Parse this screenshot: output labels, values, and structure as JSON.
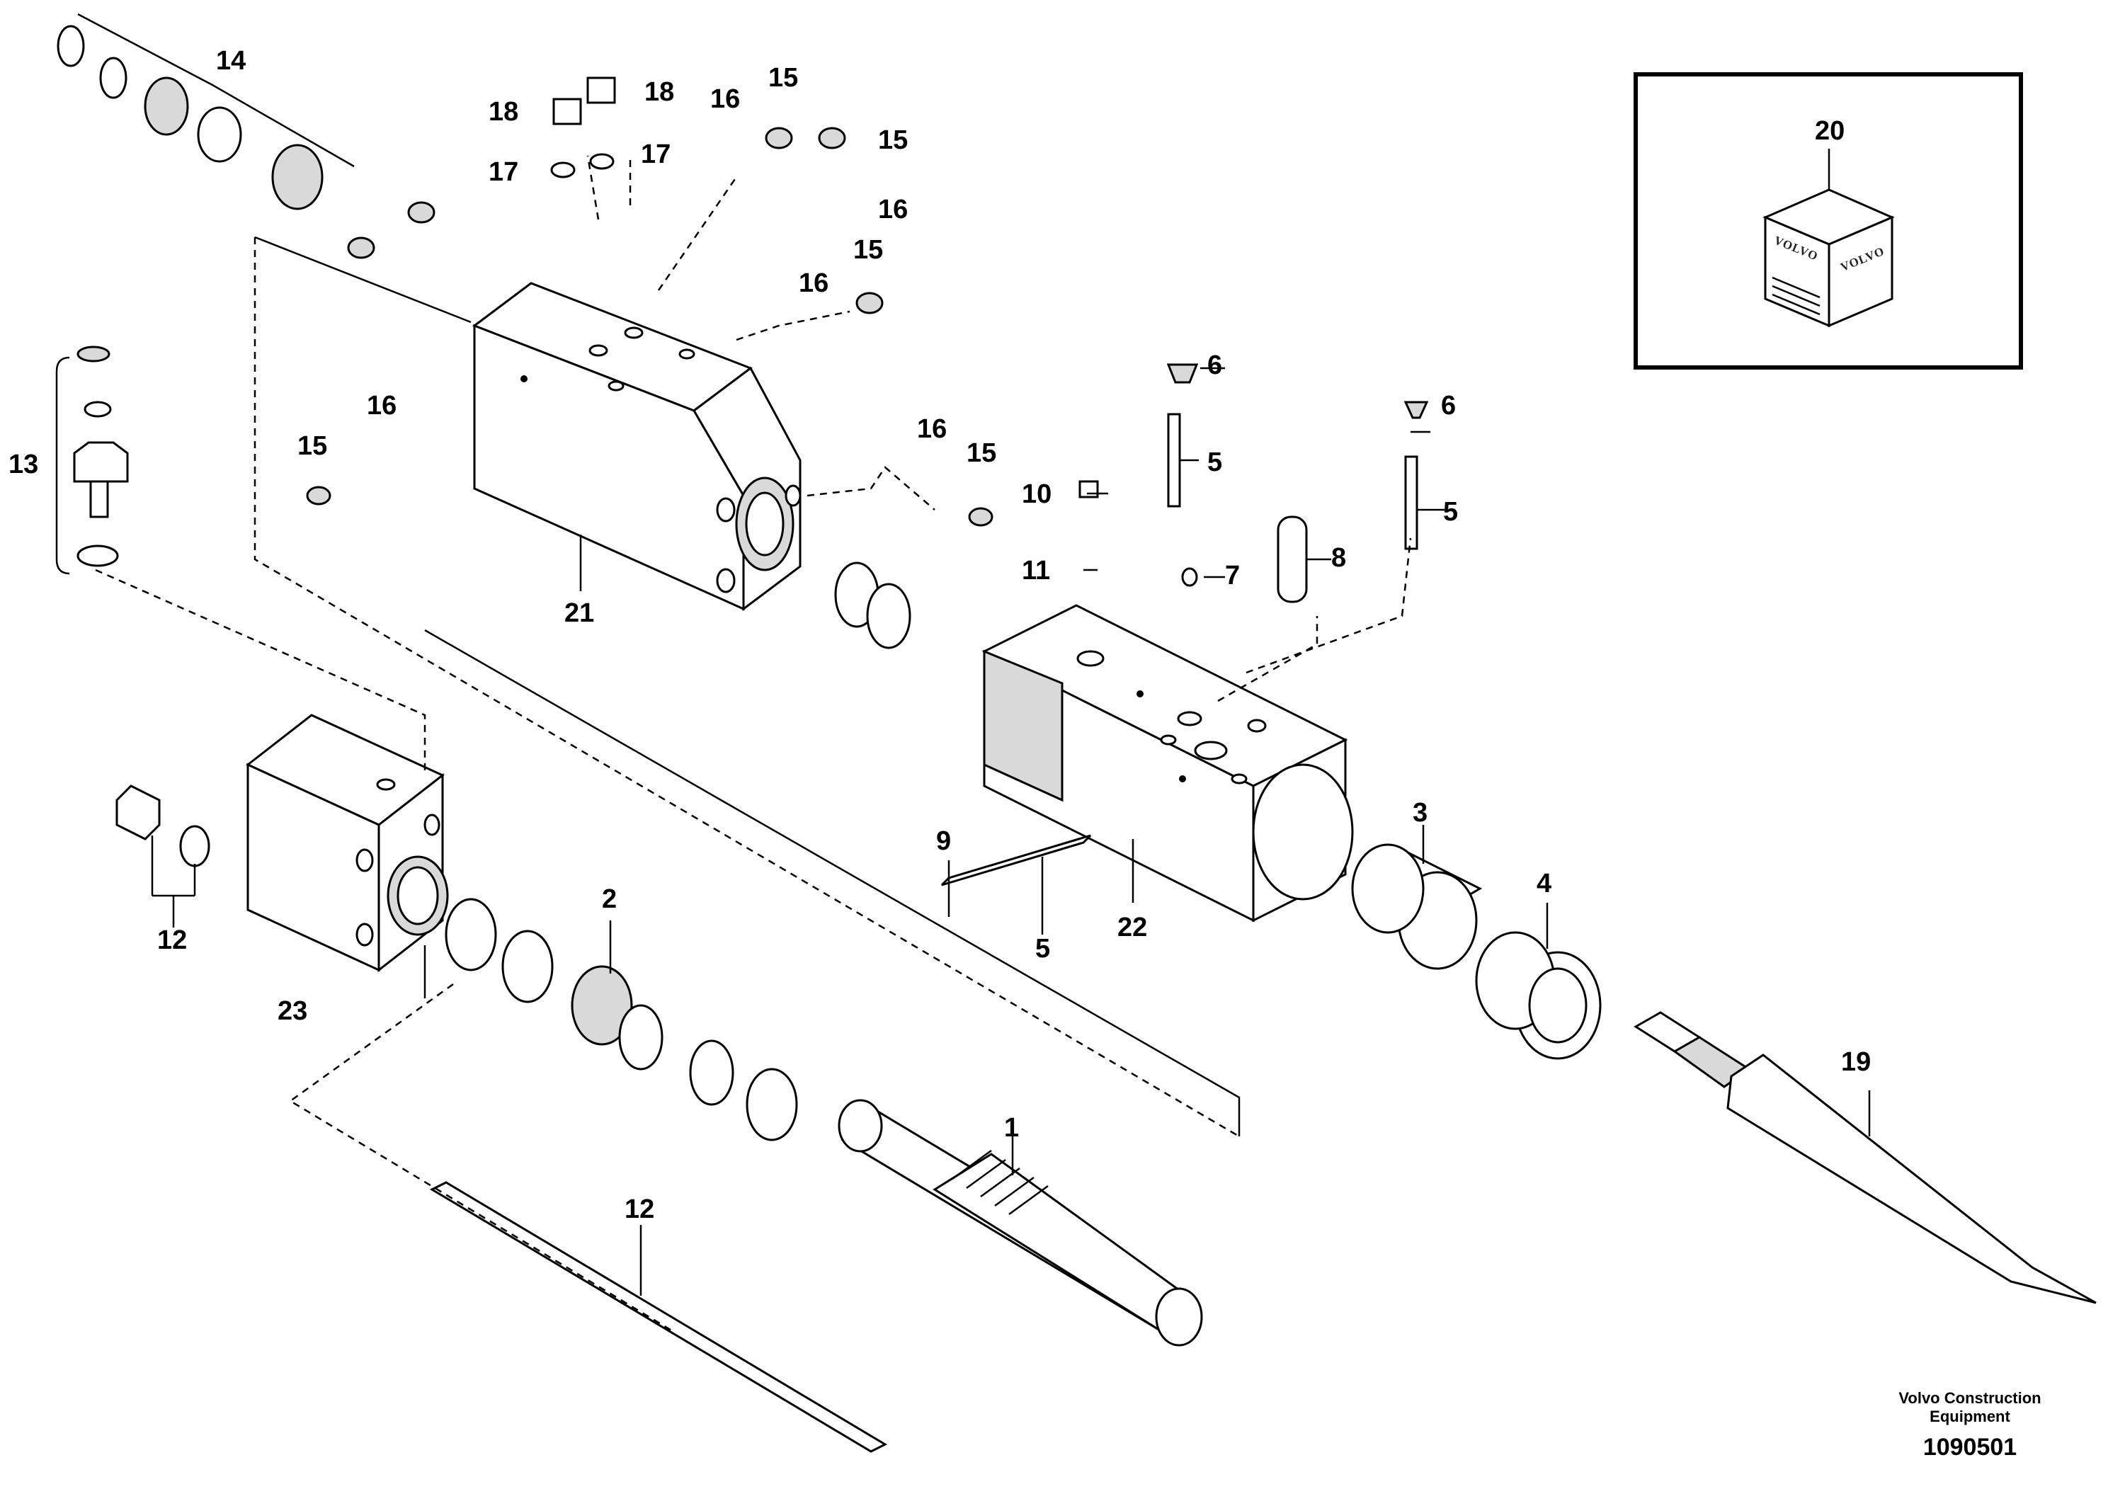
{
  "callouts": {
    "c1": "1",
    "c2": "2",
    "c3": "3",
    "c4": "4",
    "c5a": "5",
    "c5b": "5",
    "c5c": "5",
    "c6a": "6",
    "c6b": "6",
    "c7": "7",
    "c8": "8",
    "c9": "9",
    "c10": "10",
    "c11": "11",
    "c12a": "12",
    "c12b": "12",
    "c13": "13",
    "c14": "14",
    "c15a": "15",
    "c15b": "15",
    "c15c": "15",
    "c15d": "15",
    "c15e": "15",
    "c16a": "16",
    "c16b": "16",
    "c16c": "16",
    "c16d": "16",
    "c16e": "16",
    "c17a": "17",
    "c17b": "17",
    "c18a": "18",
    "c18b": "18",
    "c19": "19",
    "c20": "20",
    "c21": "21",
    "c22": "22",
    "c23": "23"
  },
  "kit_box": {
    "logo_text": "VOLVO"
  },
  "credit": {
    "line1": "Volvo Construction",
    "line2": "Equipment",
    "doc_number": "1090501"
  }
}
